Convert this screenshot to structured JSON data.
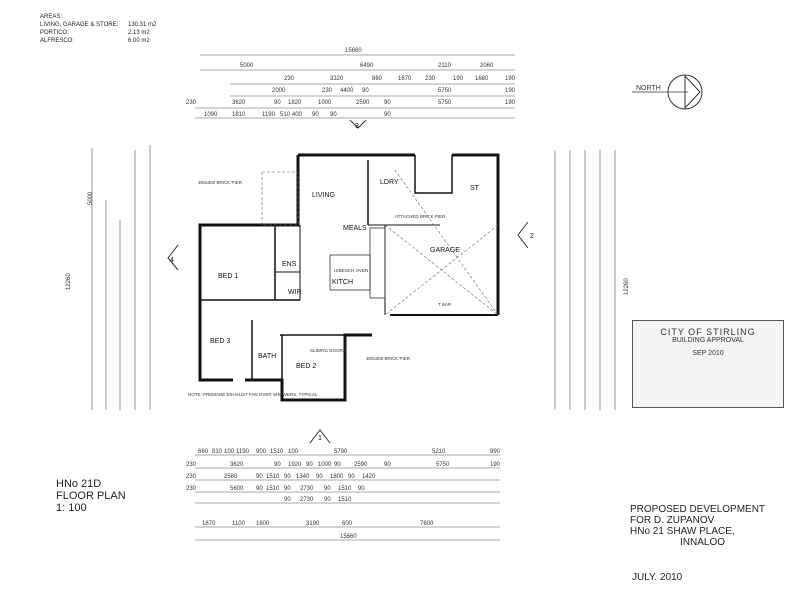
{
  "areas": {
    "heading": "AREAS:",
    "rows": [
      {
        "label": "LIVING, GARAGE & STORE:",
        "value": "130.31 m2"
      },
      {
        "label": "PORTICO:",
        "value": "2.13 m2"
      },
      {
        "label": "ALFRESCO:",
        "value": "6.00 m2"
      }
    ]
  },
  "plan": {
    "title_line1": "HNo 21D",
    "title_line2": "FLOOR PLAN",
    "scale": "1: 100"
  },
  "project": {
    "line1": "PROPOSED DEVELOPMENT",
    "line2": "FOR D. ZUPANOV",
    "line3": "HNo 21 SHAW PLACE,",
    "line4": "INNALOO",
    "date": "JULY. 2010"
  },
  "north_label": "NORTH",
  "stamp": {
    "line1": "CITY OF STIRLING",
    "line2": "BUILDING APPROVAL",
    "line3": "SEP 2010"
  },
  "rooms": {
    "living": "LIVING",
    "meals": "MEALS",
    "kitch": "KITCH",
    "garage": "GARAGE",
    "bed1": "BED 1",
    "bed2": "BED 2",
    "bed3": "BED 3",
    "ens": "ENS",
    "wir": "WIR",
    "bath": "BATH",
    "ldry": "LDRY",
    "st": "ST"
  },
  "section_markers": {
    "top": "3",
    "left": "4",
    "right": "2",
    "bottom": "1"
  },
  "dims": {
    "top_total": "15660",
    "top_row1": [
      "5000",
      "6490",
      "2110",
      "2060"
    ],
    "top_row2": [
      "230",
      "3320",
      "860",
      "1670",
      "230",
      "190",
      "1680",
      "190"
    ],
    "top_row3": [
      "2000",
      "230",
      "4400",
      "90",
      "5750",
      "190"
    ],
    "top_row4": [
      "230",
      "3620",
      "90",
      "1820",
      "1000",
      "2590",
      "90",
      "5750",
      "190"
    ],
    "top_row5": [
      "1090",
      "1810",
      "1190",
      "510",
      "400",
      "90",
      "90",
      "90"
    ],
    "bottom_total": "15660",
    "bottom_row1": [
      "660",
      "810",
      "100",
      "1190",
      "900",
      "1510",
      "100",
      "5790",
      "5210",
      "990"
    ],
    "bottom_row2": [
      "230",
      "3620",
      "90",
      "1920",
      "90",
      "1000",
      "90",
      "2590",
      "90",
      "5750",
      "190"
    ],
    "bottom_row3": [
      "230",
      "2580",
      "90",
      "1510",
      "90",
      "1340",
      "90",
      "1800",
      "90",
      "1420"
    ],
    "bottom_row4": [
      "230",
      "5600",
      "90",
      "1510",
      "90",
      "2730",
      "90",
      "1510",
      "90"
    ],
    "bottom_row5": [
      "90",
      "2730",
      "90",
      "1510"
    ],
    "bottom_row6": [
      "1670",
      "1100",
      "1600",
      "3190",
      "600",
      "7600"
    ],
    "left_total": "12260",
    "right_total": "12260"
  },
  "notes": {
    "brick_pier1": "360x360 BRICK PIER",
    "brick_pier2": "300x300 BRICK PIER",
    "attached_pier": "ATTACHED BRICK PIER",
    "exhaust": "NOTE: PREMADE EXHAUST FAN OVER SHOWERS, TYPICAL",
    "bifold": "SLIDING DOORS",
    "bench": "U/BENCH OVEN",
    "tbar": "T BAR"
  }
}
